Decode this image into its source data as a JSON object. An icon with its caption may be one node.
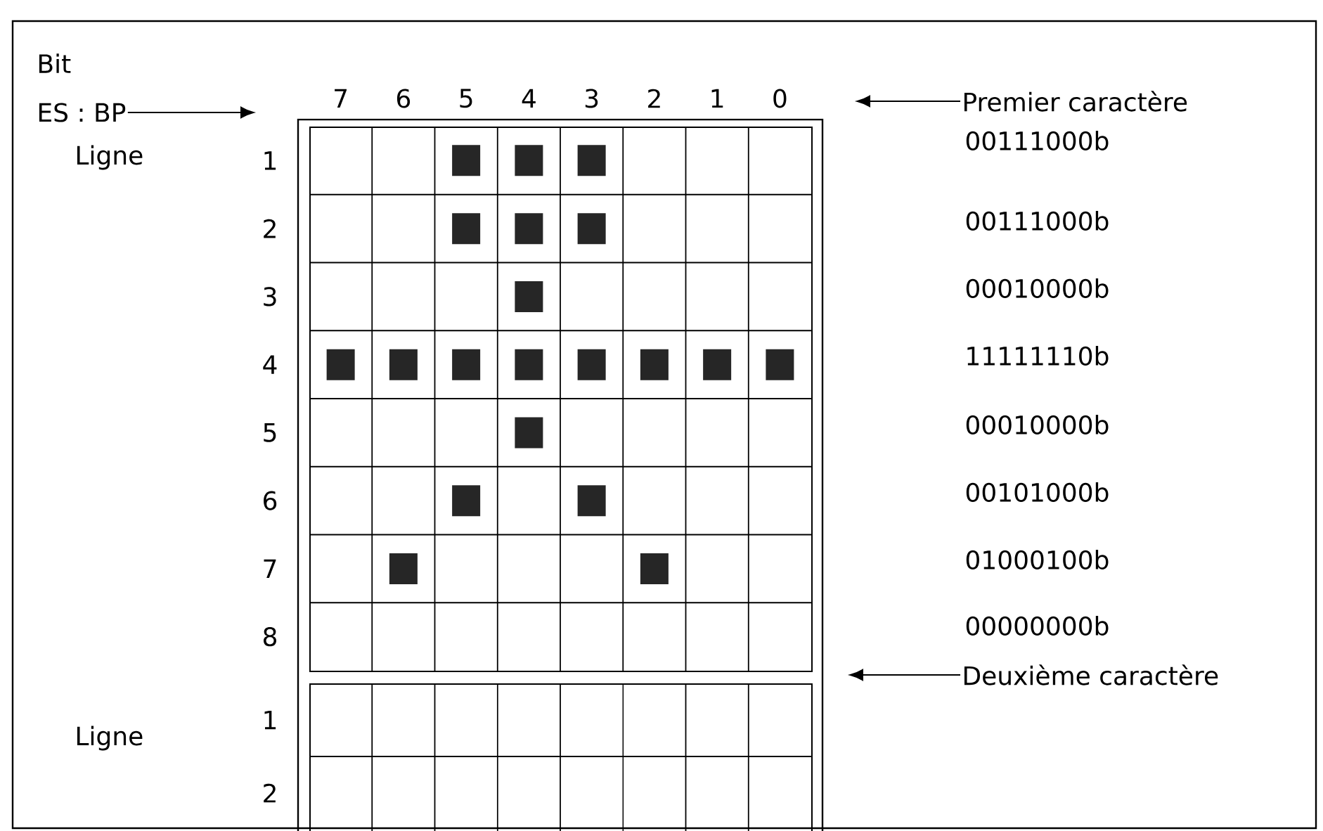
{
  "diagram": {
    "nodes": [
      {
        "text": [
          "ES : BP"
        ]
      },
      {
        "text": [
          "Premier caractère"
        ]
      },
      {
        "text": [
          "Deuxième caractère"
        ]
      },
      {
        "text": [],
        "shape": "box"
      },
      {
        "text": [],
        "shape": "box"
      }
    ],
    "edges": [
      {
        "from": 0,
        "to": 3,
        "arrow": "to"
      },
      {
        "from": 1,
        "to": 3,
        "arrow": "to"
      },
      {
        "from": 2,
        "to": 4,
        "arrow": "to"
      }
    ],
    "labels": [
      "Bit",
      "7",
      "6",
      "5",
      "4",
      "3",
      "2",
      "1",
      "0",
      "Ligne",
      "1",
      "00111000b",
      "2",
      "00111000b",
      "3",
      "00010000b",
      "4",
      "11111110b",
      "5",
      "00010000b",
      "6",
      "00101000b",
      "7",
      "01000100b",
      "8",
      "00000000b",
      "Ligne",
      "1",
      "2"
    ]
  }
}
